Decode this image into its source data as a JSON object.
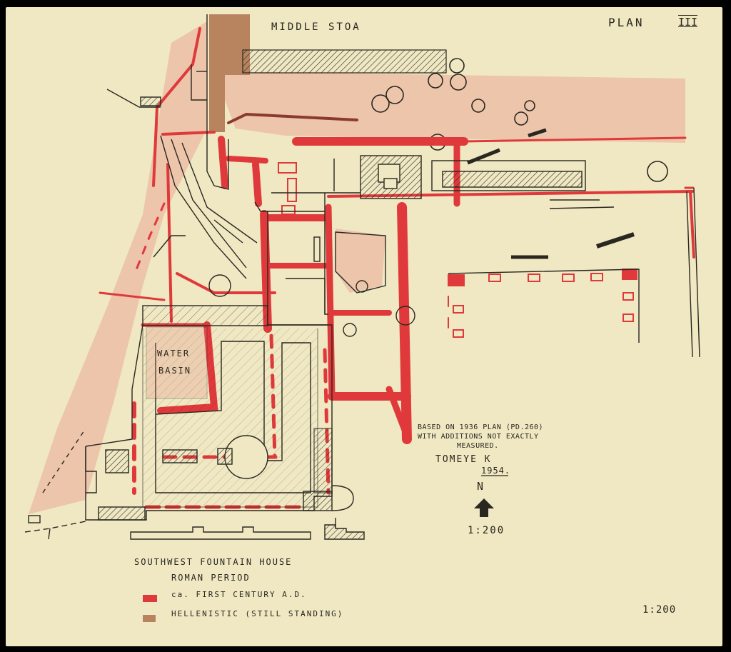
{
  "titles": {
    "middle_stoa": "MIDDLE STOA",
    "plan_label": "PLAN",
    "plan_numeral": "III",
    "water_basin_line1": "WATER",
    "water_basin_line2": "BASIN"
  },
  "notes": {
    "line1": "BASED ON 1936 PLAN (PD.260)",
    "line2": "WITH ADDITIONS NOT EXACTLY",
    "line3": "MEASURED."
  },
  "signature": {
    "name": "TOMEYE K",
    "year": "1954."
  },
  "north": {
    "letter": "N",
    "scale": "1:200"
  },
  "legend": {
    "title1": "SOUTHWEST FOUNTAIN HOUSE",
    "title2": "ROMAN PERIOD",
    "items": [
      {
        "label": "ca. FIRST CENTURY A.D.",
        "color": "#e0393b"
      },
      {
        "label": "HELLENISTIC (STILL STANDING)",
        "color": "#b88460"
      }
    ]
  },
  "scale_corner": "1:200",
  "colors": {
    "paper": "#efe8c3",
    "ink": "#2a2620",
    "roman_red": "#e0393b",
    "hellenistic_brown": "#b88460"
  }
}
